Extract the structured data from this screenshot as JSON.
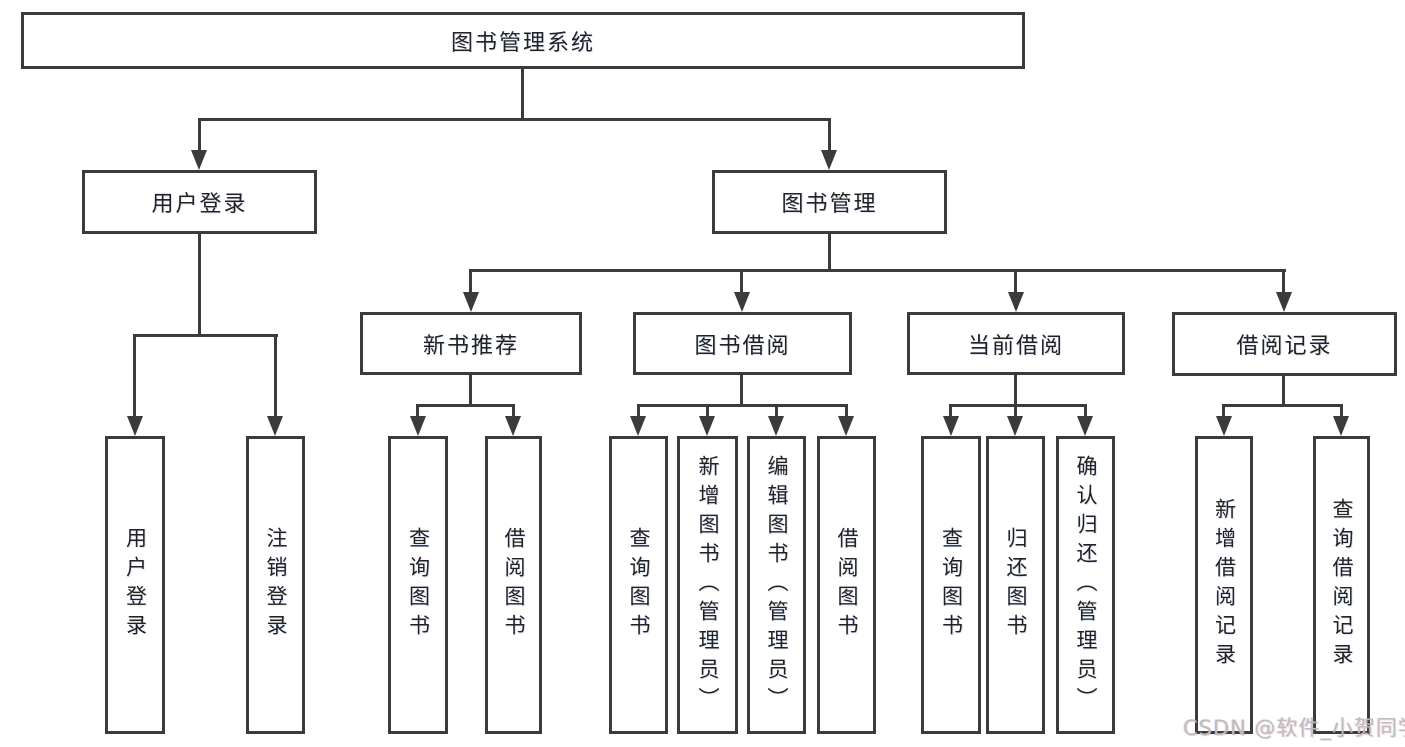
{
  "nodes": {
    "root": {
      "label": "图书管理系统"
    },
    "level2": [
      {
        "label": "用户登录"
      },
      {
        "label": "图书管理"
      }
    ],
    "level3": [
      {
        "label": "新书推荐"
      },
      {
        "label": "图书借阅"
      },
      {
        "label": "当前借阅"
      },
      {
        "label": "借阅记录"
      }
    ],
    "leaves": [
      {
        "label": "用户登录"
      },
      {
        "label": "注销登录"
      },
      {
        "label": "查询图书"
      },
      {
        "label": "借阅图书"
      },
      {
        "label": "查询图书"
      },
      {
        "label": "新增图书（管理员）"
      },
      {
        "label": "编辑图书（管理员）"
      },
      {
        "label": "借阅图书"
      },
      {
        "label": "查询图书"
      },
      {
        "label": "归还图书"
      },
      {
        "label": "确认归还（管理员）"
      },
      {
        "label": "新增借阅记录"
      },
      {
        "label": "查询借阅记录"
      }
    ]
  },
  "watermark": {
    "text": "CSDN @软件_小贺同学"
  },
  "colors": {
    "line": "#3b3b3b",
    "text": "#222222",
    "background": "#ffffff",
    "watermark": "#bdbdbd"
  }
}
